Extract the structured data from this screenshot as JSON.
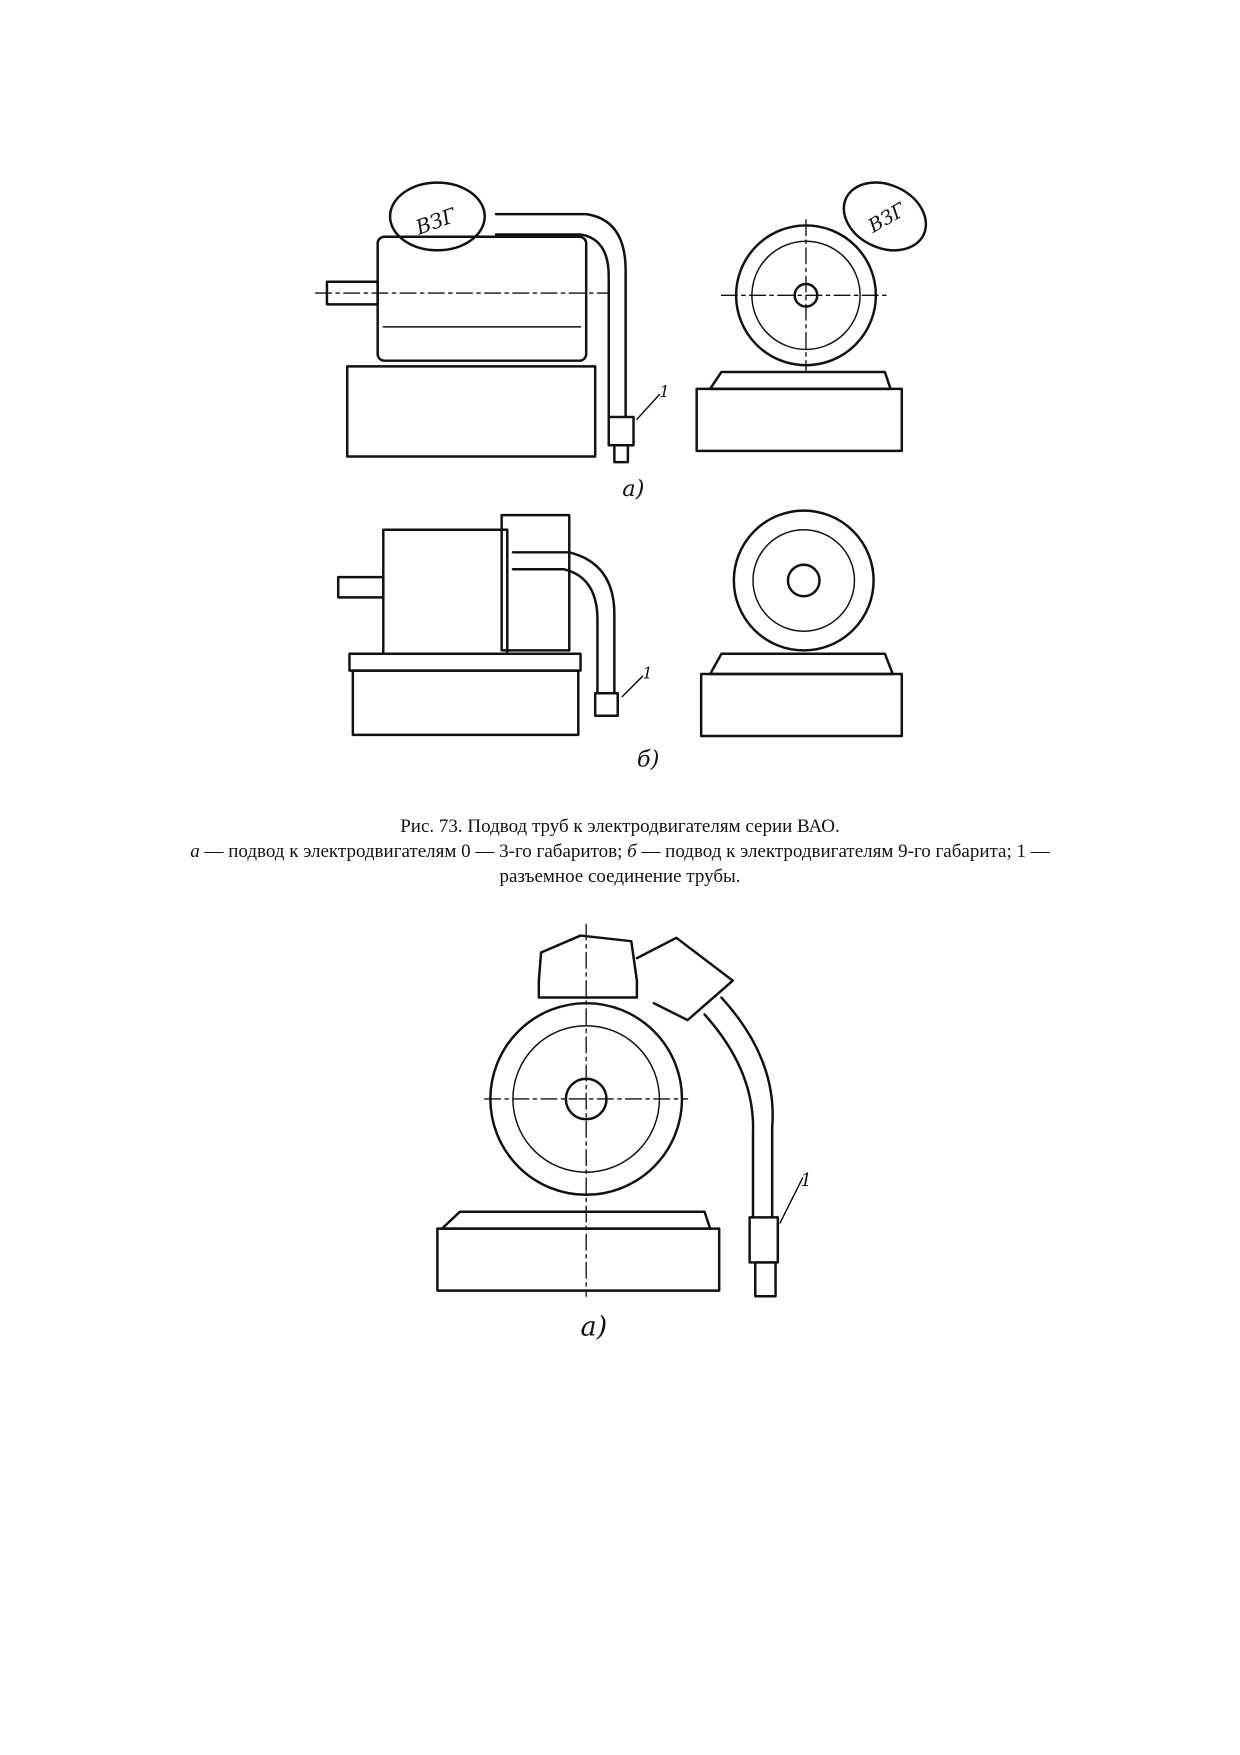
{
  "figure1": {
    "motor_marking": "ВЗГ",
    "part_number": "1",
    "panel_a_label": "а)",
    "panel_b_label": "б)"
  },
  "caption": {
    "line1": "Рис. 73. Подвод труб к электродвигателям серии ВАО.",
    "a_letter": "а",
    "a_text": " — подвод к электродвигателям 0 — 3-го габаритов; ",
    "b_letter": "б",
    "b_text": " — подвод к электродвигателям 9-го габарита; 1 — разъемное соединение трубы."
  },
  "figure2": {
    "part_number": "1",
    "panel_label": "а)"
  }
}
